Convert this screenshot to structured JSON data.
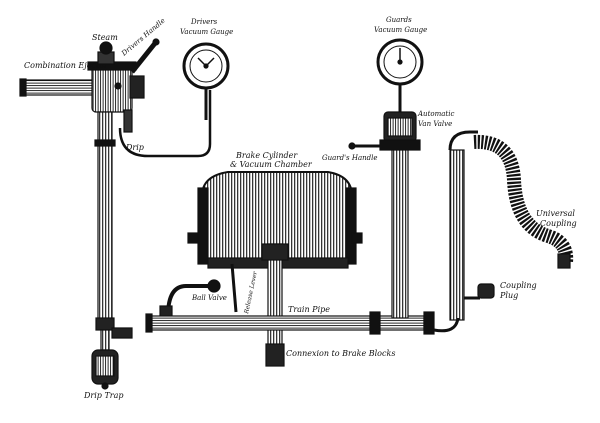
{
  "labels": {
    "steam": "Steam",
    "drivers_handle": "Drivers Handle",
    "combination_ejector": "Combination Ejector",
    "drivers_gauge_l1": "Drivers",
    "drivers_gauge_l2": "Vacuum Gauge",
    "guards_gauge_l1": "Guards",
    "guards_gauge_l2": "Vacuum Gauge",
    "automatic_valve_l1": "Automatic",
    "automatic_valve_l2": "Van Valve",
    "guards_handle": "Guard's Handle",
    "drip": "Drip",
    "brake_cylinder_l1": "Brake Cylinder",
    "brake_cylinder_l2": "& Vacuum Chamber",
    "universal_coupling_l1": "Universal",
    "universal_coupling_l2": "Coupling",
    "coupling_plug_l1": "Coupling",
    "coupling_plug_l2": "Plug",
    "ball_valve": "Ball Valve",
    "release_lever": "Release Lever",
    "train_pipe": "Train Pipe",
    "connexion_to_brake_blocks": "Connexion to Brake Blocks",
    "drip_trap": "Drip Trap"
  },
  "colors": {
    "ink": "#111111",
    "paper": "#ffffff"
  }
}
